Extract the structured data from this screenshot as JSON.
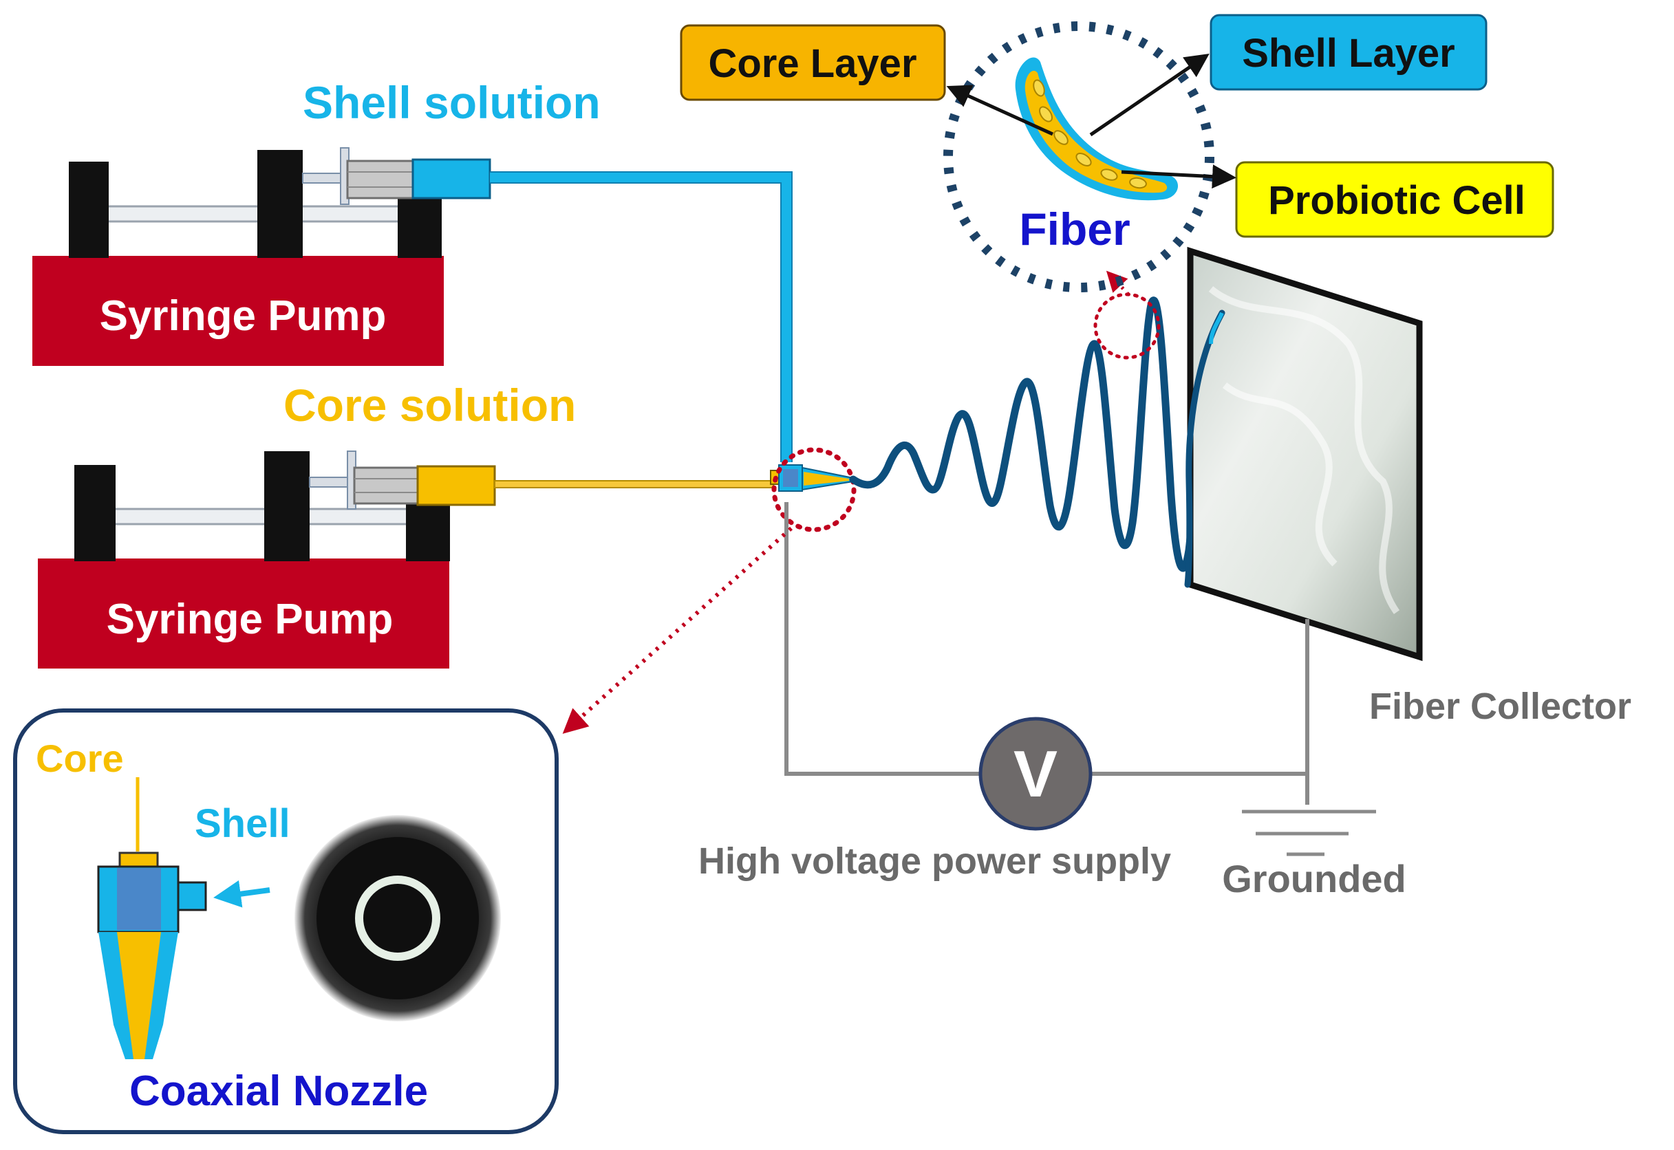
{
  "labels": {
    "shell_solution": "Shell solution",
    "core_solution": "Core solution",
    "pump_top": "Syringe Pump",
    "pump_bottom": "Syringe Pump",
    "core_layer": "Core Layer",
    "shell_layer": "Shell Layer",
    "probiotic_cell": "Probiotic Cell",
    "fiber": "Fiber",
    "fiber_collector": "Fiber Collector",
    "power_supply": "High voltage power supply",
    "voltage_symbol": "V",
    "grounded": "Grounded",
    "inset_core": "Core",
    "inset_shell": "Shell",
    "coaxial_nozzle": "Coaxial Nozzle"
  },
  "icons": {
    "syringe": "syringe-icon",
    "voltmeter": "voltmeter-icon",
    "ground": "ground-icon",
    "nozzle": "coaxial-nozzle-icon",
    "nozzle_cross_section": "nozzle-cross-section-icon"
  },
  "colors": {
    "shell_blue": "#17b4e8",
    "core_yellow": "#f7bf00",
    "pump_red": "#c0001f",
    "fiber_navy": "#0d4f7d",
    "dotted_navy": "#1d4266",
    "deep_blue_text": "#1414cc",
    "gray_text": "#6a6a6a",
    "dotted_red": "#c0001f",
    "probiotic_yellow": "#ffff00"
  }
}
